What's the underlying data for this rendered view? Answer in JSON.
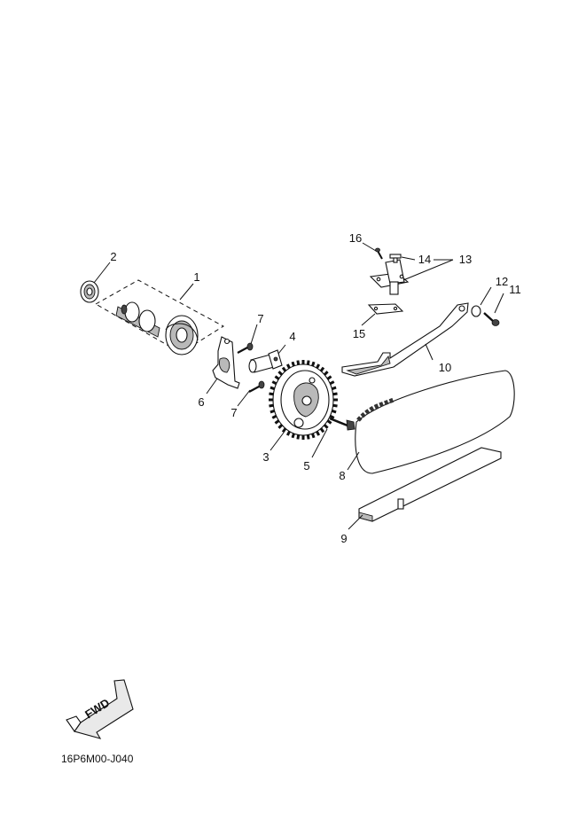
{
  "callouts": {
    "p1": "1",
    "p2": "2",
    "p3": "3",
    "p4": "4",
    "p5": "5",
    "p6": "6",
    "p7a": "7",
    "p7b": "7",
    "p8": "8",
    "p9": "9",
    "p10": "10",
    "p11": "11",
    "p12": "12",
    "p13": "13",
    "p14": "14",
    "p15": "15",
    "p16": "16"
  },
  "fwd_label": "FWD",
  "reference_code": "16P6M00-J040"
}
